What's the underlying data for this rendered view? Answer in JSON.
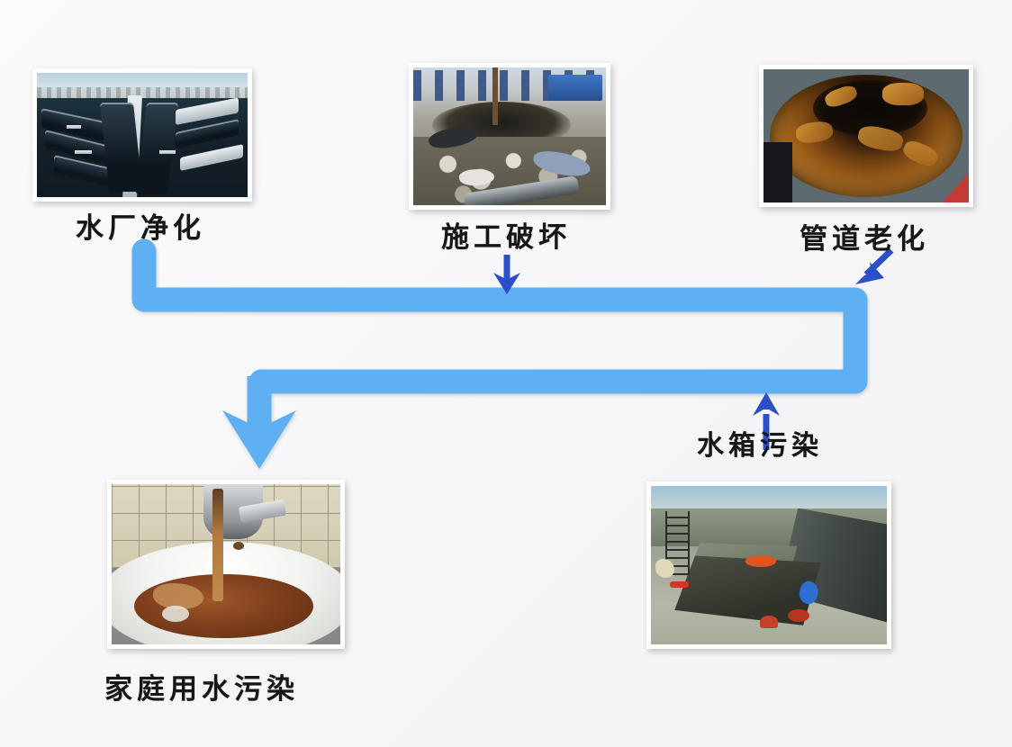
{
  "page": {
    "title": "自来水二次污染流程示意图",
    "background_color": "#f8f8f9",
    "pipe_color": "#5fb0f2",
    "arrow_color": "#2b4fc8",
    "text_color": "#161616"
  },
  "nodes": [
    {
      "id": "water-plant",
      "label": "水厂净化",
      "photo_alt": "水厂沉淀池净化车间",
      "position": "top-left"
    },
    {
      "id": "construction-damage",
      "label": "施工破坏",
      "photo_alt": "道路施工挖断供水管道现场",
      "position": "top-center"
    },
    {
      "id": "pipe-aging",
      "label": "管道老化",
      "photo_alt": "锈蚀老化的供水管道内壁",
      "position": "top-right"
    },
    {
      "id": "tank-pollution",
      "label": "水箱污染",
      "photo_alt": "污染的二次供水水箱",
      "position": "bottom-right"
    },
    {
      "id": "household-pollution",
      "label": "家庭用水污染",
      "photo_alt": "水龙头流出浑浊黄水的洗手盆",
      "position": "bottom-left"
    }
  ],
  "flow": {
    "pipe_name": "供水管道流向",
    "arrows": [
      {
        "id": "arrow-construction",
        "points_to": "水厂净化到管道老化之间的管段",
        "direction": "down"
      },
      {
        "id": "arrow-pipe-aging",
        "points_to": "管道右上拐角",
        "direction": "down-left"
      },
      {
        "id": "arrow-tank",
        "points_to": "下部回流管段",
        "direction": "up"
      },
      {
        "id": "arrow-outlet",
        "points_to": "家庭用水污染",
        "direction": "down"
      }
    ]
  }
}
